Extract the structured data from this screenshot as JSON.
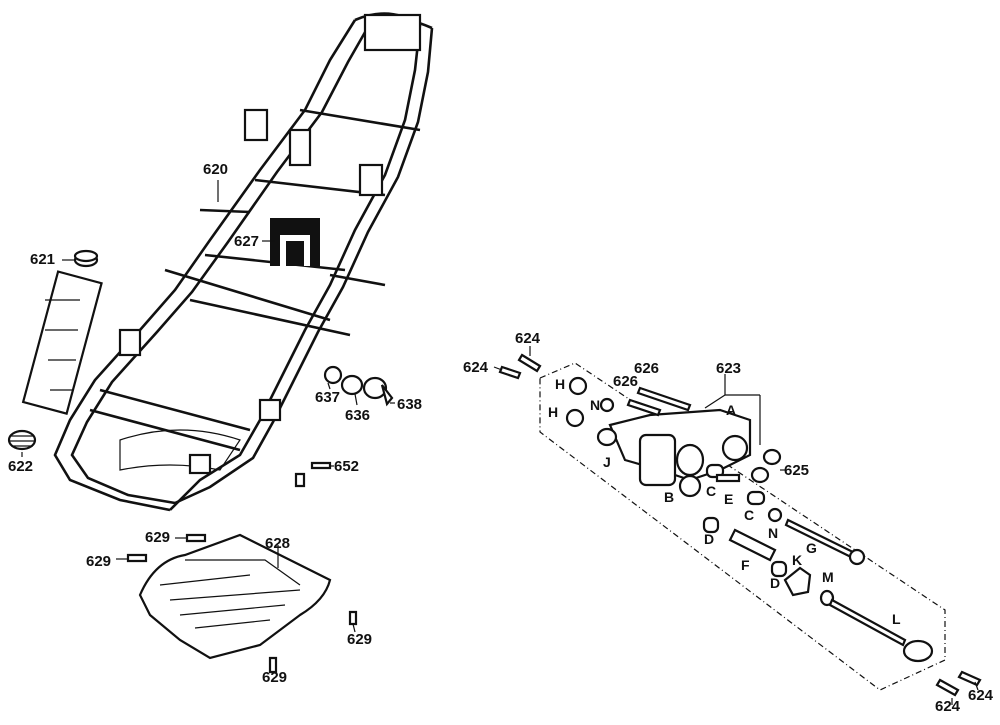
{
  "labels": {
    "p620": "620",
    "p621": "621",
    "p622": "622",
    "p627": "627",
    "p628": "628",
    "p629a": "629",
    "p629b": "629",
    "p629c": "629",
    "p629d": "629",
    "p636": "636",
    "p637": "637",
    "p638": "638",
    "p652": "652",
    "p623": "623",
    "p624a": "624",
    "p624b": "624",
    "p624c": "624",
    "p624d": "624",
    "p625": "625",
    "p626a": "626",
    "p626b": "626",
    "A": "A",
    "B": "B",
    "C1": "C",
    "C2": "C",
    "D1": "D",
    "D2": "D",
    "E": "E",
    "F": "F",
    "G": "G",
    "H1": "H",
    "H2": "H",
    "J": "J",
    "K": "K",
    "L": "L",
    "M": "M",
    "N1": "N",
    "N2": "N"
  },
  "colors": {
    "ink": "#111111",
    "paper": "#ffffff"
  }
}
